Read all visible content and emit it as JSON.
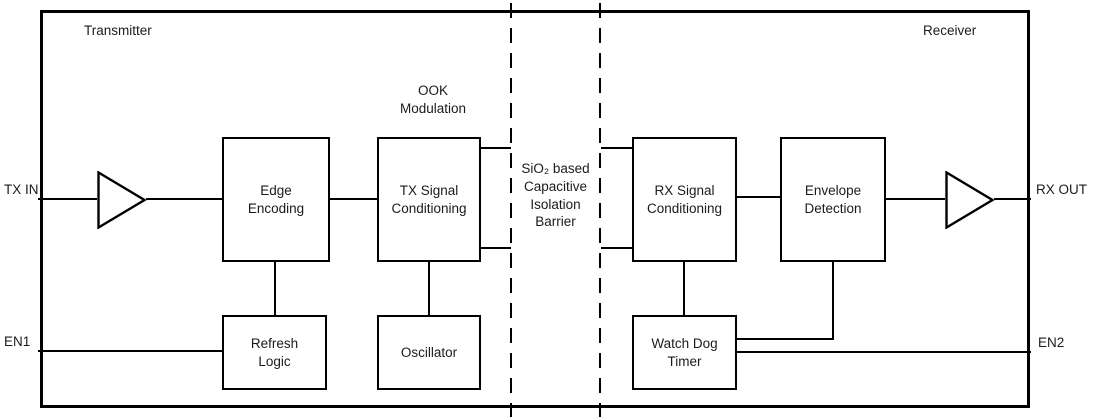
{
  "diagram": {
    "regions": {
      "transmitter": "Transmitter",
      "receiver": "Receiver"
    },
    "ports": {
      "tx_in": "TX IN",
      "rx_out": "RX OUT",
      "en1": "EN1",
      "en2": "EN2"
    },
    "annotations": {
      "ook_modulation": "OOK\nModulation",
      "barrier": "SiO₂ based\nCapacitive\nIsolation\nBarrier"
    },
    "blocks": {
      "edge_encoding": "Edge\nEncoding",
      "tx_signal_conditioning": "TX Signal\nConditioning",
      "oscillator": "Oscillator",
      "refresh_logic": "Refresh\nLogic",
      "rx_signal_conditioning": "RX Signal\nConditioning",
      "envelope_detection": "Envelope\nDetection",
      "watchdog_timer": "Watch Dog\nTimer"
    },
    "colors": {
      "line": "#000000",
      "background": "#ffffff"
    }
  }
}
